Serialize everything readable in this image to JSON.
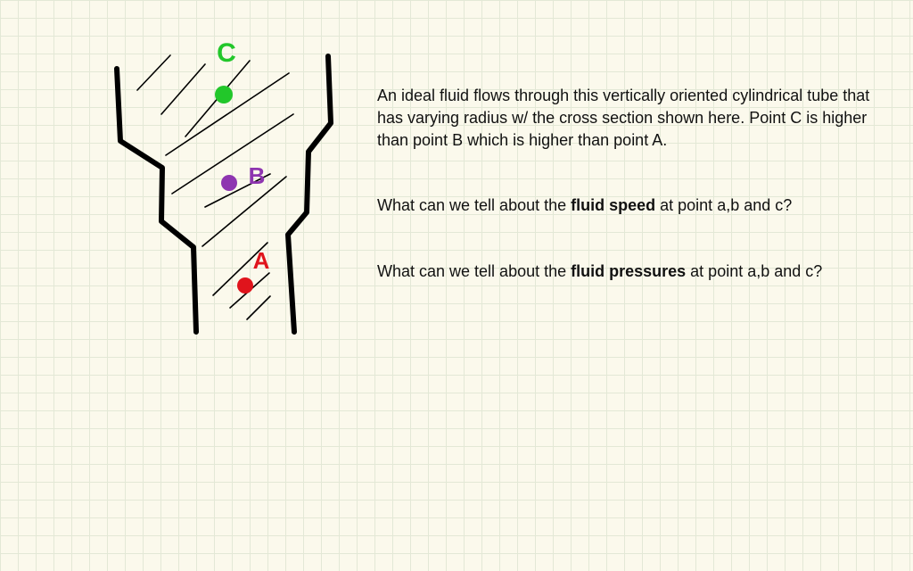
{
  "diagram": {
    "points": [
      {
        "label": "C",
        "color": "#22c72a"
      },
      {
        "label": "B",
        "color": "#8e35b0"
      },
      {
        "label": "A",
        "color": "#e0141c"
      }
    ],
    "tube_color": "#000000"
  },
  "problem": {
    "paragraph": "An ideal fluid flows through this vertically oriented cylindrical tube that has varying radius w/ the cross section shown here. Point C is higher than point B which is higher than point A.",
    "question1": {
      "before": "What can we tell about the ",
      "bold": "fluid speed",
      "after": " at point a,b and c?"
    },
    "question2": {
      "before": "What can we tell about the ",
      "bold": "fluid pressures",
      "after": " at point a,b and c?"
    }
  }
}
